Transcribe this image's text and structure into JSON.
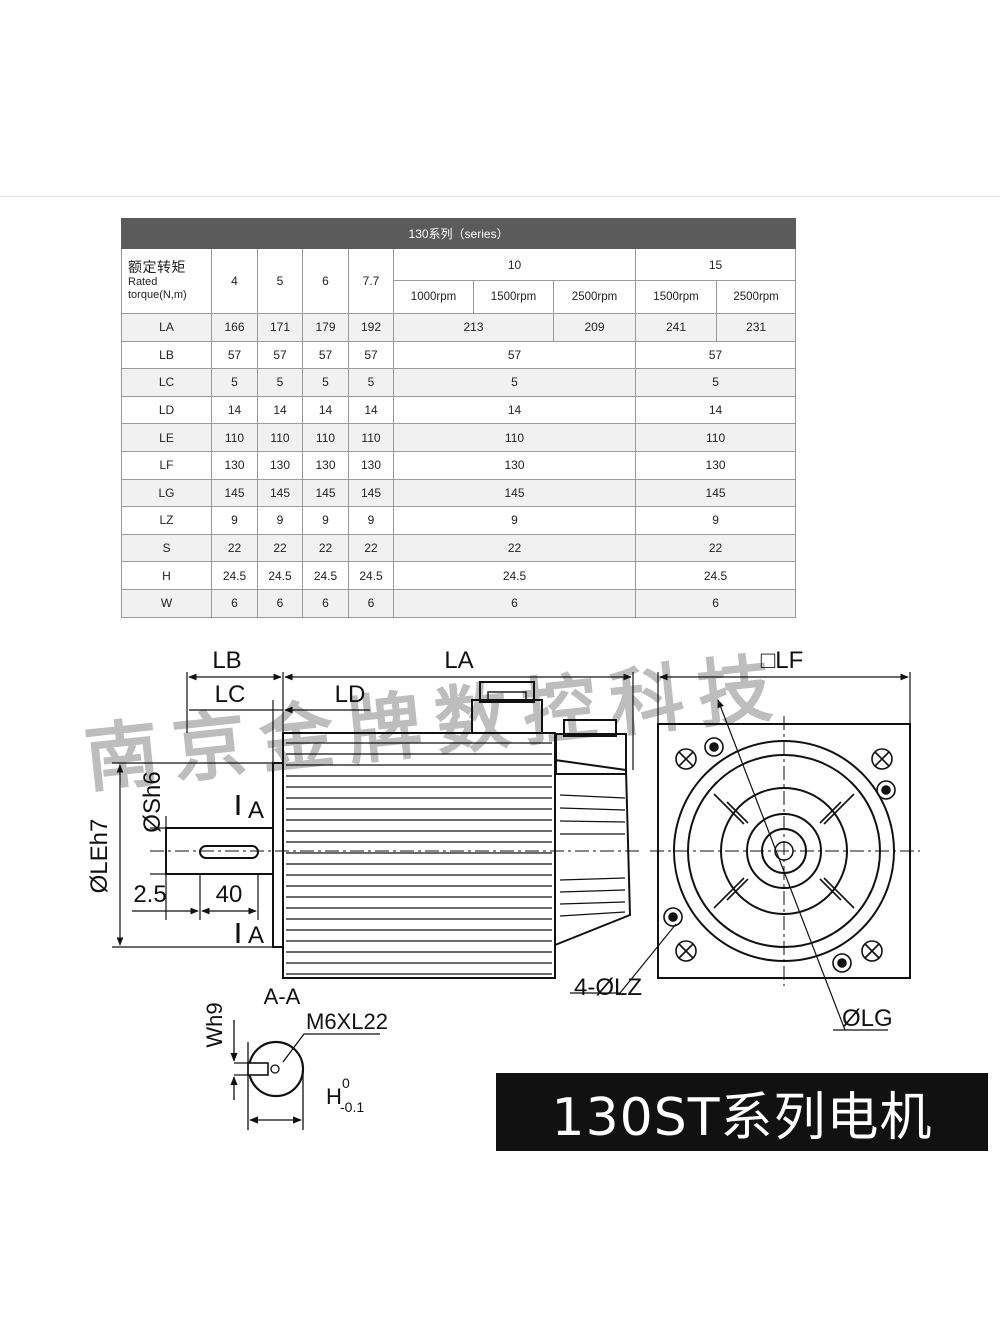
{
  "table": {
    "title": "130系列（series）",
    "rowhead_zh": "额定转矩",
    "rowhead_en": "Rated torque(N,m)",
    "torques": [
      "4",
      "5",
      "6",
      "7.7",
      "10",
      "15"
    ],
    "speeds_10": [
      "1000rpm",
      "1500rpm",
      "2500rpm"
    ],
    "speeds_15": [
      "1500rpm",
      "2500rpm"
    ],
    "la": {
      "name": "LA",
      "v4": "166",
      "v5": "171",
      "v6": "179",
      "v77": "192",
      "v10a": "213",
      "v10b": "209",
      "v15a": "241",
      "v15b": "231"
    },
    "rows": [
      {
        "name": "LB",
        "v4": "57",
        "v5": "57",
        "v6": "57",
        "v77": "57",
        "v10": "57",
        "v15": "57"
      },
      {
        "name": "LC",
        "v4": "5",
        "v5": "5",
        "v6": "5",
        "v77": "5",
        "v10": "5",
        "v15": "5"
      },
      {
        "name": "LD",
        "v4": "14",
        "v5": "14",
        "v6": "14",
        "v77": "14",
        "v10": "14",
        "v15": "14"
      },
      {
        "name": "LE",
        "v4": "110",
        "v5": "110",
        "v6": "110",
        "v77": "110",
        "v10": "110",
        "v15": "110"
      },
      {
        "name": "LF",
        "v4": "130",
        "v5": "130",
        "v6": "130",
        "v77": "130",
        "v10": "130",
        "v15": "130"
      },
      {
        "name": "LG",
        "v4": "145",
        "v5": "145",
        "v6": "145",
        "v77": "145",
        "v10": "145",
        "v15": "145"
      },
      {
        "name": "LZ",
        "v4": "9",
        "v5": "9",
        "v6": "9",
        "v77": "9",
        "v10": "9",
        "v15": "9"
      },
      {
        "name": "S",
        "v4": "22",
        "v5": "22",
        "v6": "22",
        "v77": "22",
        "v10": "22",
        "v15": "22"
      },
      {
        "name": "H",
        "v4": "24.5",
        "v5": "24.5",
        "v6": "24.5",
        "v77": "24.5",
        "v10": "24.5",
        "v15": "24.5"
      },
      {
        "name": "W",
        "v4": "6",
        "v5": "6",
        "v6": "6",
        "v77": "6",
        "v10": "6",
        "v15": "6"
      }
    ]
  },
  "drawing": {
    "dim_lb": "LB",
    "dim_la": "LA",
    "dim_lc": "LC",
    "dim_ld": "LD",
    "dim_lf": "□LF",
    "dim_sh6": "ØSh6",
    "dim_leh7": "ØLEh7",
    "dim_25": "2.5",
    "dim_40": "40",
    "section_mark": "A",
    "section_title": "A-A",
    "dim_wh9": "Wh9",
    "thread": "M6XL22",
    "dim_h": "H",
    "tol_upper": "0",
    "tol_lower": "-0.1",
    "dim_lz": "4-ØLZ",
    "dim_lg": "ØLG"
  },
  "watermark": "南京金牌数控科技",
  "banner": "130ST系列电机"
}
